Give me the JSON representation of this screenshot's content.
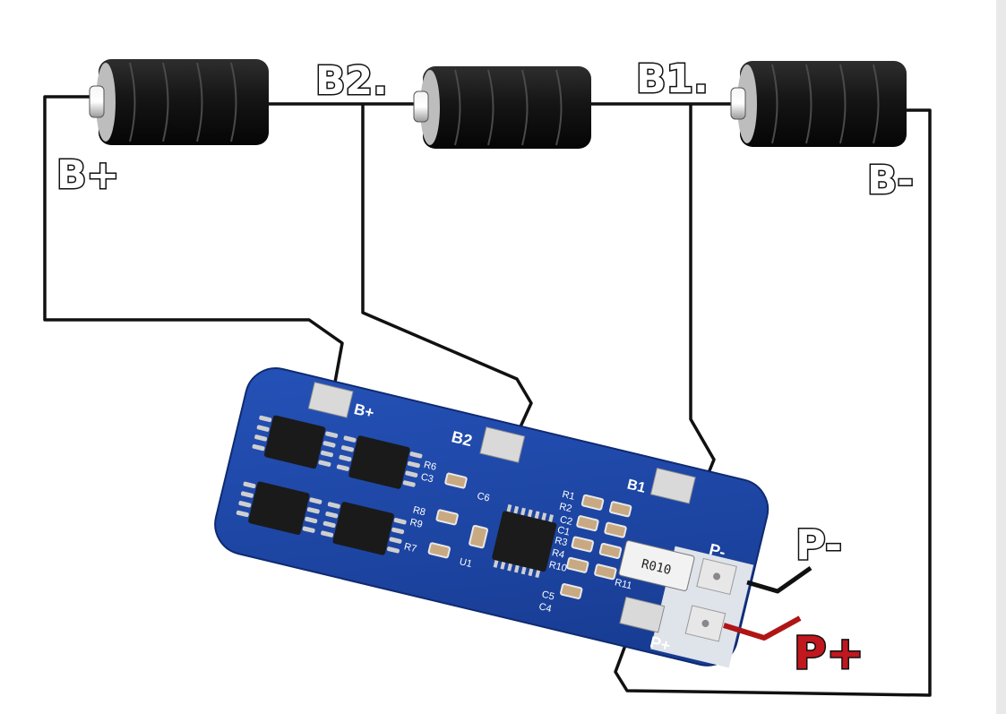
{
  "labels": {
    "b2": "B2.",
    "b1": "B1.",
    "b_plus": "B+",
    "b_minus": "B-",
    "p_minus": "P-",
    "p_plus": "P+"
  },
  "board": {
    "b_plus": "B+",
    "b2": "B2",
    "b1": "B1",
    "p_minus": "P-",
    "p_plus": "P+",
    "resistor": "R010",
    "silk": [
      "R6",
      "C3",
      "R8",
      "R9",
      "R7",
      "C6",
      "U1",
      "R1",
      "R2",
      "R3",
      "R4",
      "R10",
      "R11",
      "C5",
      "C4",
      "C2",
      "C1"
    ]
  },
  "colors": {
    "pcb_blue": "#1b3f9a",
    "pad_silver": "#d9d9d9",
    "battery_black": "#1a1a1a",
    "wire_black": "#111111",
    "wire_red": "#b01515",
    "p_plus_text": "#c0181e"
  }
}
